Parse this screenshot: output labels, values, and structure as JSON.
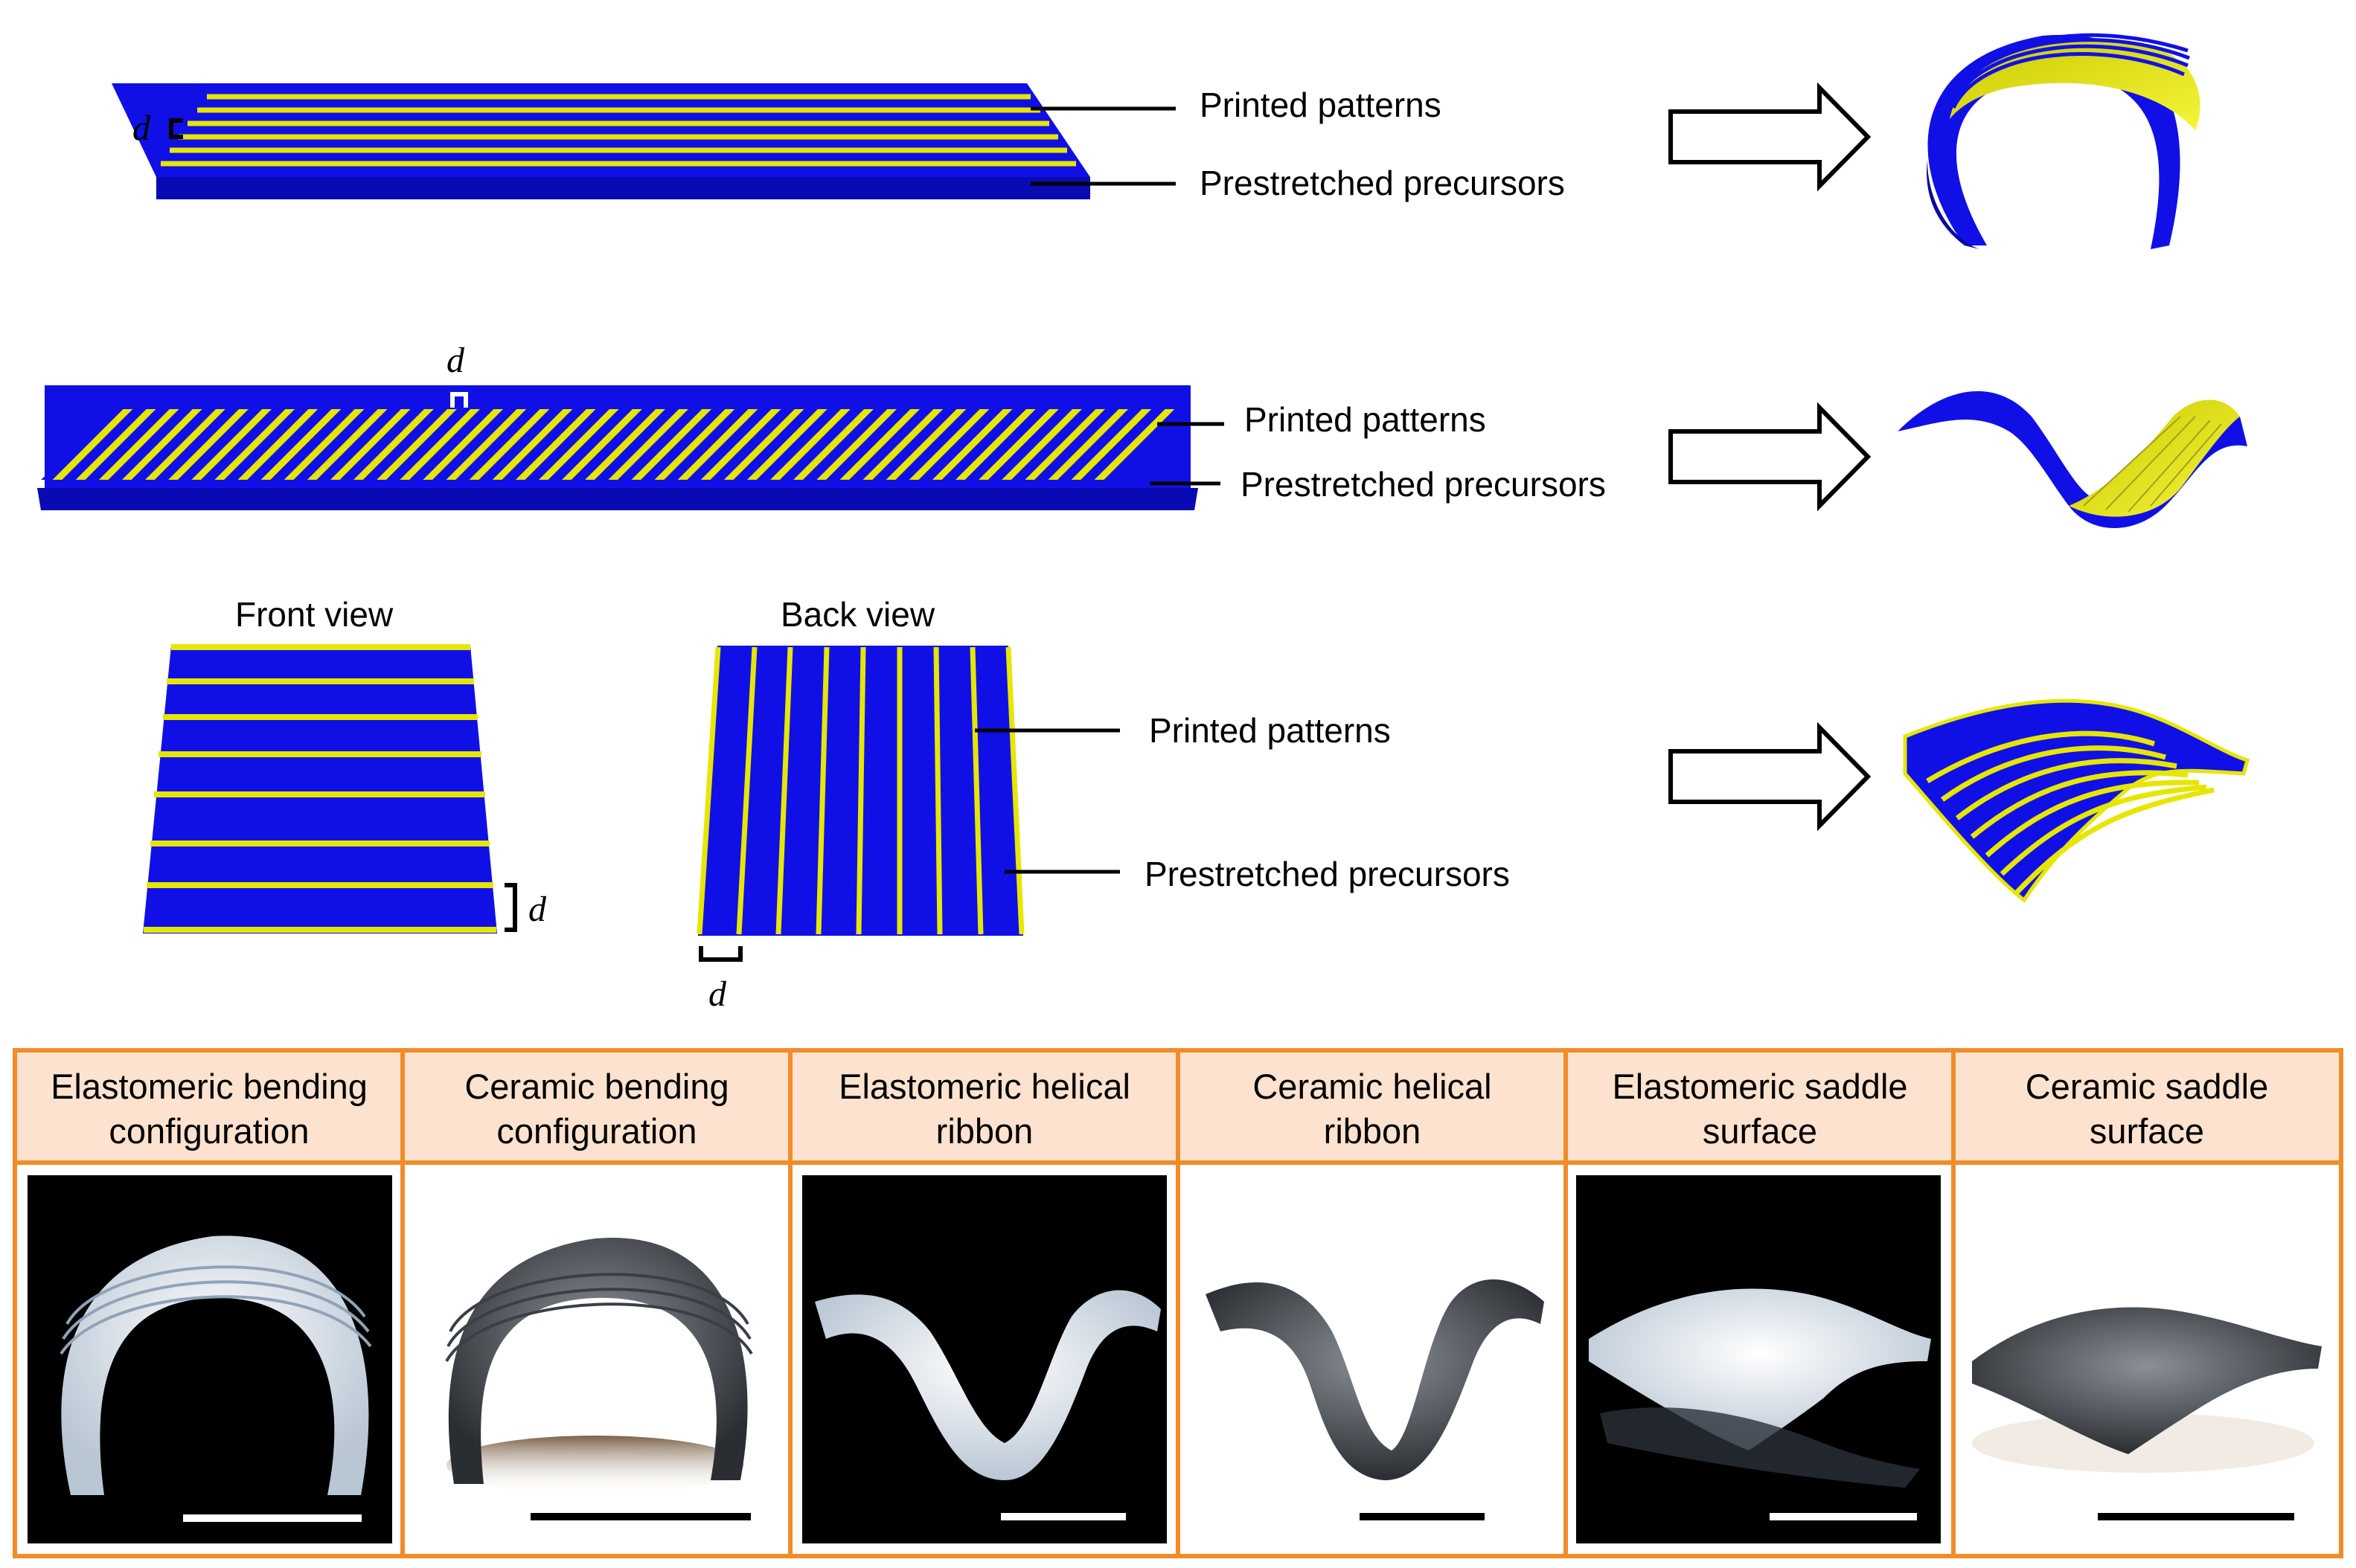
{
  "colors": {
    "substrate": "#1010e6",
    "pattern": "#e6e600",
    "table_border": "#f28c28",
    "table_header_bg": "#fde3cf",
    "photo_dark": "#000000",
    "photo_light": "#ffffff"
  },
  "d_symbol": "d",
  "rows": [
    {
      "pattern_label": "Printed patterns",
      "substrate_label": "Prestretched precursors"
    },
    {
      "pattern_label": "Printed patterns",
      "substrate_label": "Prestretched precursors"
    },
    {
      "front_view_label": "Front view",
      "back_view_label": "Back view",
      "pattern_label": "Printed patterns",
      "substrate_label": "Prestretched precursors"
    }
  ],
  "samples": [
    {
      "line1": "Elastomeric bending",
      "line2": "configuration",
      "background": "dark"
    },
    {
      "line1": "Ceramic bending",
      "line2": "configuration",
      "background": "light"
    },
    {
      "line1": "Elastomeric helical",
      "line2": "ribbon",
      "background": "dark"
    },
    {
      "line1": "Ceramic helical",
      "line2": "ribbon",
      "background": "light"
    },
    {
      "line1": "Elastomeric saddle",
      "line2": "surface",
      "background": "dark"
    },
    {
      "line1": "Ceramic saddle",
      "line2": "surface",
      "background": "light"
    }
  ],
  "icons": [
    "arrow-right-icon",
    "arrow-right-icon",
    "arrow-right-icon"
  ]
}
